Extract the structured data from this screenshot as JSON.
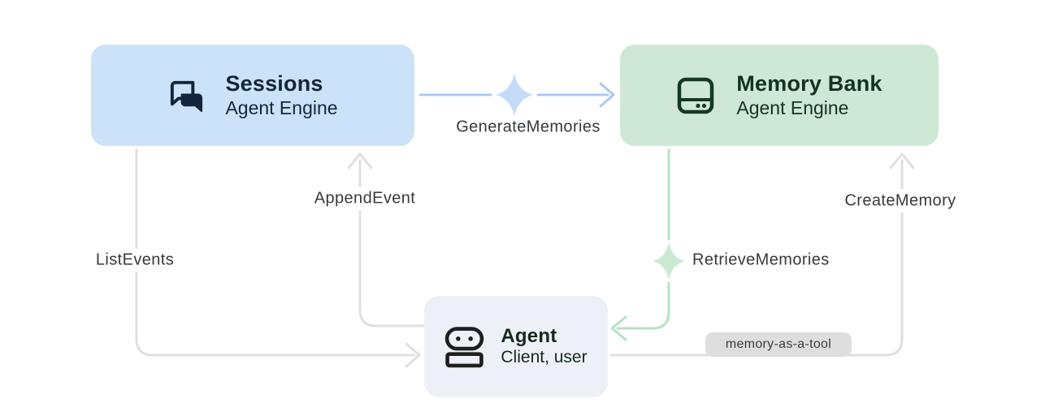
{
  "diagram": {
    "nodes": {
      "sessions": {
        "title": "Sessions",
        "subtitle": "Agent Engine",
        "icon": "chat-bubbles-icon"
      },
      "memory_bank": {
        "title": "Memory Bank",
        "subtitle": "Agent Engine",
        "icon": "storage-drive-icon"
      },
      "agent": {
        "title": "Agent",
        "subtitle": "Client, user",
        "icon": "robot-icon"
      }
    },
    "edges": {
      "generate_memories": {
        "label": "GenerateMemories",
        "icon": "gemini-spark-icon"
      },
      "append_event": {
        "label": "AppendEvent"
      },
      "list_events": {
        "label": "ListEvents"
      },
      "retrieve_memories": {
        "label": "RetrieveMemories",
        "icon": "gemini-spark-icon"
      },
      "create_memory": {
        "label": "CreateMemory"
      }
    },
    "badge": {
      "label": "memory-as-a-tool"
    },
    "colors": {
      "sessions_bg": "#CBE2F8",
      "sessions_fg": "#16253C",
      "memory_bg": "#CEE8D5",
      "memory_fg": "#14331F",
      "agent_bg": "#EDF1F7",
      "agent_fg": "#16281C",
      "blue_line": "#A9C9F4",
      "blue_spark": "#C5DCF8",
      "green_line": "#B6E2C3",
      "green_spark": "#C9EAD2",
      "gray_line": "#E0E0E2",
      "pill_bg": "#DEDEDE",
      "pill_fg": "#3A3D40",
      "label_fg": "#37393C"
    }
  }
}
